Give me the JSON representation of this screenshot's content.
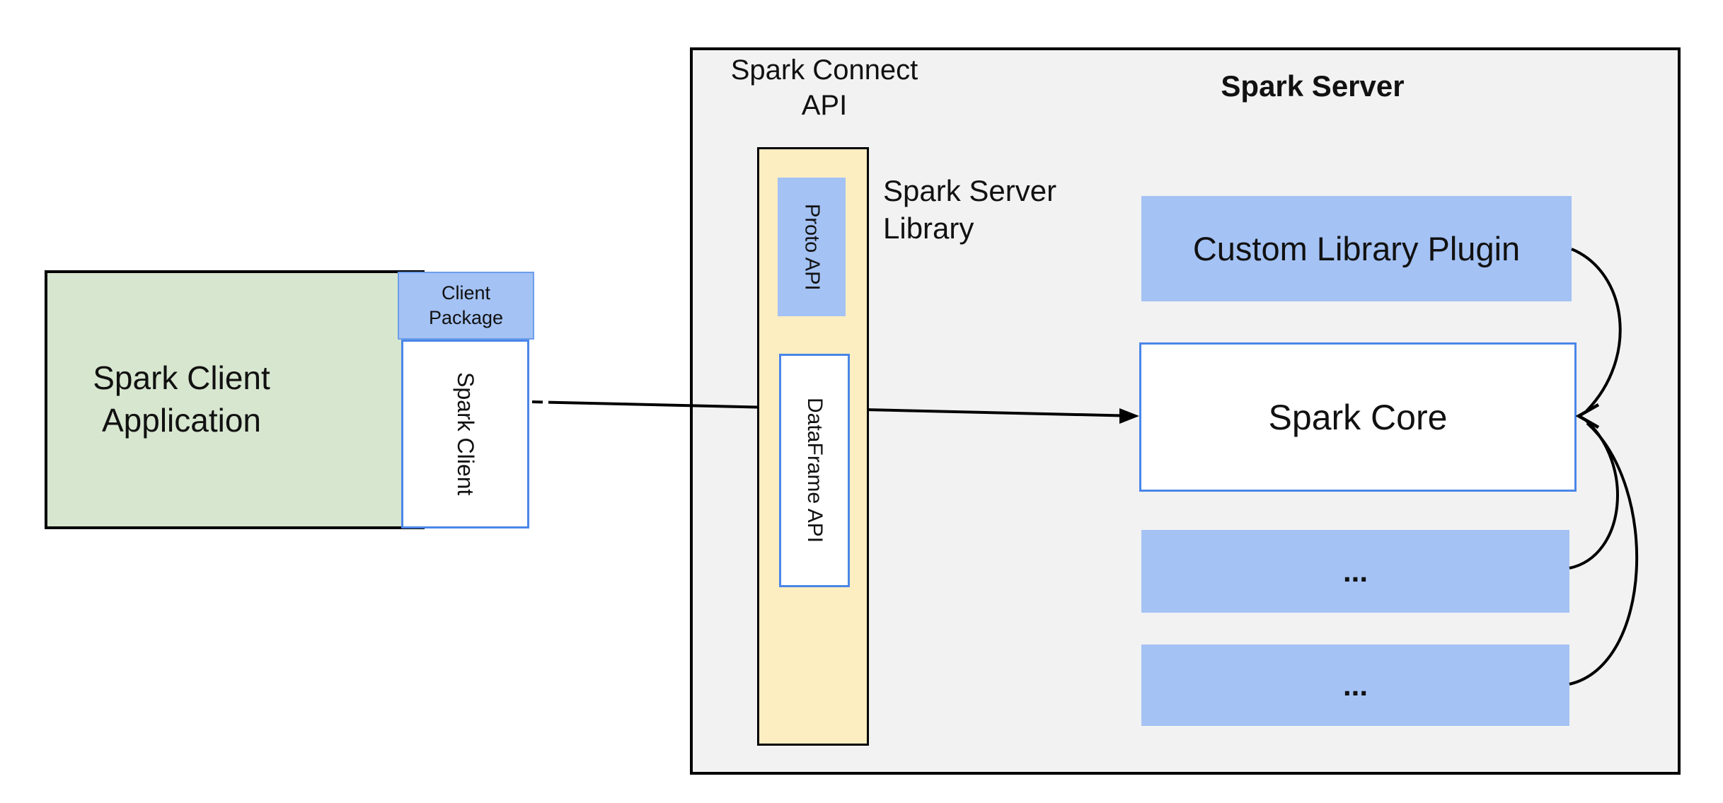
{
  "diagram": {
    "client_app": {
      "line1": "Spark Client",
      "line2": "Application"
    },
    "client_package": {
      "line1": "Client",
      "line2": "Package"
    },
    "spark_client": "Spark Client",
    "spark_connect_api": {
      "line1": "Spark Connect",
      "line2": "API"
    },
    "proto_api": "Proto API",
    "dataframe_api": "DataFrame API",
    "spark_server_library": {
      "line1": "Spark Server",
      "line2": "Library"
    },
    "spark_server_title": "Spark Server",
    "custom_library_plugin": "Custom Library Plugin",
    "spark_core": "Spark Core",
    "plugin_slot_1": "...",
    "plugin_slot_2": "..."
  },
  "colors": {
    "green_fill": "#d7e6cf",
    "blue_fill": "#a4c2f4",
    "yellow_fill": "#fdeec2",
    "gray_fill": "#f2f2f2",
    "blue_border": "#4a86e8",
    "package_border": "#6d9eeb",
    "line": "#000000",
    "text": "#111111"
  }
}
